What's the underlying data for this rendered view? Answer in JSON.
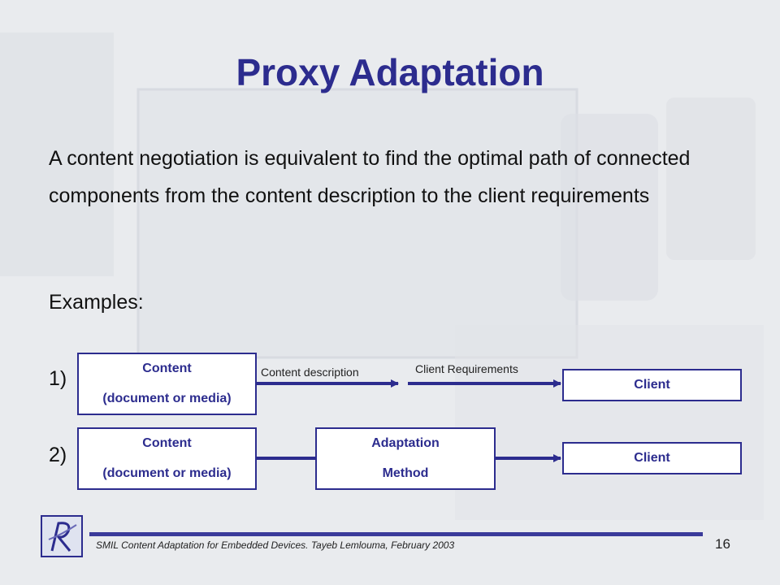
{
  "slide": {
    "title": "Proxy Adaptation",
    "paragraph": "A content negotiation is equivalent to find the optimal path of connected components from the content description to the client requirements",
    "examples_label": "Examples:",
    "footer": "SMIL Content Adaptation for Embedded Devices. Tayeb Lemlouma, February 2003",
    "page_number": "16"
  },
  "example1": {
    "number": "1)",
    "content_line1": "Content",
    "content_line2": "(document or media)",
    "label_content_description": "Content description",
    "label_client_requirements": "Client Requirements",
    "client": "Client"
  },
  "example2": {
    "number": "2)",
    "content_line1": "Content",
    "content_line2": "(document or media)",
    "adaptation_line1": "Adaptation",
    "adaptation_line2": "Method",
    "client": "Client"
  },
  "colors": {
    "title": "#2c2c8e",
    "box_border": "#2c2c8e",
    "connector": "#2c2c8e",
    "background": "#e9ebee"
  },
  "icons": {
    "logo": "r-monogram-logo-icon",
    "arrow": "arrow-right-icon"
  }
}
